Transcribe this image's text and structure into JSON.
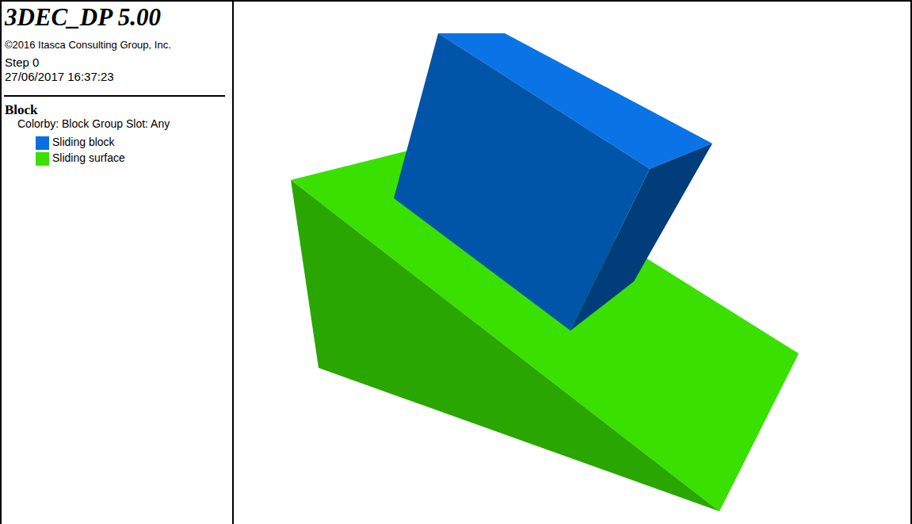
{
  "diagram": {
    "title": "3DEC_DP 5.00",
    "labels": [
      "©2016 Itasca Consulting Group, Inc.",
      "Step 0",
      "27/06/2017 16:37:23",
      "Block",
      "Colorby: Block Group Slot: Any"
    ],
    "legend": [
      {
        "text": "Sliding block",
        "color": "#0a6fe0"
      },
      {
        "text": "Sliding surface",
        "color": "#3ae000"
      }
    ]
  }
}
